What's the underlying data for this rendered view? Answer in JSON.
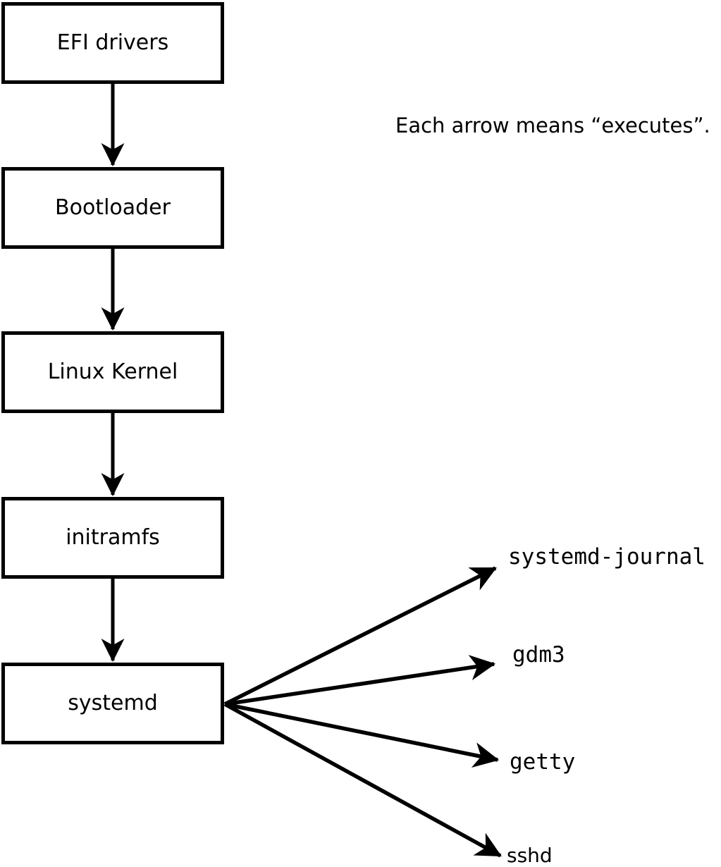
{
  "diagram": {
    "note": "Each arrow means “executes”.",
    "arrow_meaning": "executes",
    "colors": {
      "line": "#000000",
      "background": "#ffffff",
      "box_fill": "#ffffff",
      "text": "#000000"
    },
    "nodes": [
      {
        "id": "efi-drivers",
        "label": "EFI drivers"
      },
      {
        "id": "bootloader",
        "label": "Bootloader"
      },
      {
        "id": "linux-kernel",
        "label": "Linux Kernel"
      },
      {
        "id": "initramfs",
        "label": "initramfs"
      },
      {
        "id": "systemd",
        "label": "systemd"
      }
    ],
    "spawned": [
      {
        "id": "systemd-journal",
        "label": "systemd-journal"
      },
      {
        "id": "gdm3",
        "label": "gdm3"
      },
      {
        "id": "getty",
        "label": "getty"
      },
      {
        "id": "sshd",
        "label": "sshd"
      }
    ],
    "edges": [
      {
        "from": "efi-drivers",
        "to": "bootloader"
      },
      {
        "from": "bootloader",
        "to": "linux-kernel"
      },
      {
        "from": "linux-kernel",
        "to": "initramfs"
      },
      {
        "from": "initramfs",
        "to": "systemd"
      },
      {
        "from": "systemd",
        "to": "systemd-journal"
      },
      {
        "from": "systemd",
        "to": "gdm3"
      },
      {
        "from": "systemd",
        "to": "getty"
      },
      {
        "from": "systemd",
        "to": "sshd"
      }
    ]
  }
}
